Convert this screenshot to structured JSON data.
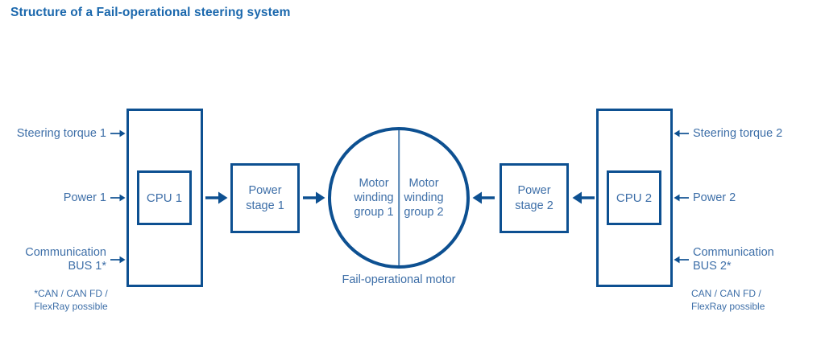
{
  "title": "Structure of a Fail-operational steering system",
  "colors": {
    "outline": "#0d5091",
    "title_text": "#1b68ad",
    "label_text": "#3e6fa8",
    "motor_divider": "#4d7fb1",
    "background": "#ffffff"
  },
  "left": {
    "steering_label": "Steering torque 1",
    "power_label": "Power 1",
    "bus_label": "Communication\nBUS 1*",
    "cpu": "CPU 1",
    "power_stage": "Power\nstage 1",
    "footnote": "*CAN / CAN FD /\nFlexRay possible"
  },
  "right": {
    "steering_label": "Steering torque 2",
    "power_label": "Power 2",
    "bus_label": "Communication\nBUS 2*",
    "cpu": "CPU 2",
    "power_stage": "Power\nstage 2",
    "footnote": "CAN / CAN FD /\nFlexRay possible"
  },
  "motor": {
    "winding_group_1": "Motor\nwinding\ngroup 1",
    "winding_group_2": "Motor\nwinding\ngroup 2",
    "caption": "Fail-operational motor"
  }
}
